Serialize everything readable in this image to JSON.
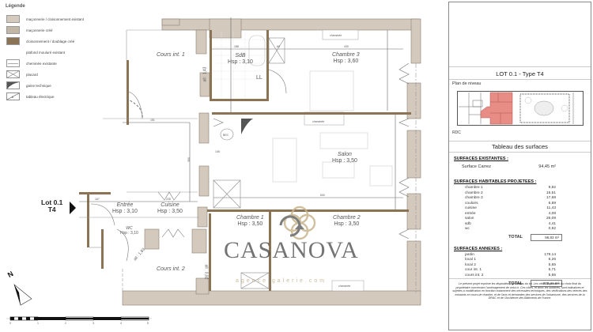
{
  "legend": {
    "title": "Légende",
    "items": [
      {
        "label": "maçonnerie / cloisonnement existant",
        "swatch": "#d3c9bd"
      },
      {
        "label": "maçonnerie créé",
        "swatch": "#c2b6a6"
      },
      {
        "label": "cloisonnement / doublage créé",
        "swatch": "#8b7355"
      },
      {
        "label": "plafond mouluré existant",
        "swatch": "#ffffff"
      },
      {
        "label": "cheminée existante",
        "swatch": "#ffffff"
      },
      {
        "label": "placard",
        "swatch": "#ffffff"
      },
      {
        "label": "gaine technique",
        "swatch": "#ffffff"
      },
      {
        "label": "tableau électrique",
        "swatch": "#ffffff"
      }
    ]
  },
  "plan": {
    "lot_tag": {
      "line1": "Lot 0.1",
      "line2": "T4"
    },
    "rooms": {
      "cours1": {
        "name": "Cours int. 1",
        "hsp": ""
      },
      "sdb": {
        "name": "SdB",
        "hsp": "Hsp : 3,10"
      },
      "chambre3": {
        "name": "Chambre 3",
        "hsp": "Hsp : 3,60"
      },
      "salon": {
        "name": "Salon",
        "hsp": "Hsp : 3,50"
      },
      "entree": {
        "name": "Entrée",
        "hsp": "Hsp : 3,10"
      },
      "cuisine": {
        "name": "Cuisine",
        "hsp": "Hsp : 3,50"
      },
      "wc": {
        "name": "WC",
        "hsp": "Hsp : 3,10"
      },
      "chambre1": {
        "name": "Chambre 1",
        "hsp": "Hsp : 3,50"
      },
      "chambre2": {
        "name": "Chambre 2",
        "hsp": "Hsp : 3,50"
      },
      "cours2": {
        "name": "Cours int. 2",
        "hsp": ""
      }
    },
    "labels": {
      "ll": "LL",
      "bec": "BEC",
      "cheminee": "cheminée",
      "all_143": "all : 1,43",
      "all_183": "all : 1,83",
      "all_092": "all : 0,92"
    },
    "dimensions": {
      "sdb_w": "188",
      "placard_w": "60",
      "chambre3_w": "430",
      "dim_151": "151",
      "dim_167": "167",
      "dim_228": "228",
      "dim_145": "145",
      "salon_w": "600",
      "dim_300": "300"
    },
    "watermark": {
      "brand": "CASANOVA",
      "sub": "agence galerie.com"
    },
    "scale": {
      "ticks": [
        "0",
        "1",
        "2",
        "3",
        "4",
        "5"
      ]
    },
    "north_label": "N"
  },
  "panel": {
    "lot_title": "LOT 0.1 - Type T4",
    "plan_niveau_label": "Plan de niveau",
    "level": "RDC",
    "table_title": "Tableau des surfaces",
    "existantes": {
      "heading": "SURFACES EXISTANTES :",
      "rows": [
        {
          "label": "Surface Carrez",
          "value": "94,45 m²"
        }
      ]
    },
    "habitables": {
      "heading": "SURFACES HABITABLES PROJETEES :",
      "rows": [
        {
          "label": "chambre 1",
          "value": "9,82"
        },
        {
          "label": "chambre 2",
          "value": "15,51"
        },
        {
          "label": "chambre 3",
          "value": "17,68"
        },
        {
          "label": "couloirs",
          "value": "6,89"
        },
        {
          "label": "cuisine",
          "value": "11,43"
        },
        {
          "label": "entrée",
          "value": "4,08"
        },
        {
          "label": "salon",
          "value": "26,09"
        },
        {
          "label": "sdb",
          "value": "4,41"
        },
        {
          "label": "wc",
          "value": "0,92"
        }
      ],
      "total_label": "TOTAL",
      "total_value": "96,83 m²"
    },
    "annexes": {
      "heading": "SURFACES ANNEXES :",
      "rows": [
        {
          "label": "jardin",
          "value": "179,14"
        },
        {
          "label": "local 1",
          "value": "6,26"
        },
        {
          "label": "local 2",
          "value": "5,65"
        },
        {
          "label": "cour int. 1",
          "value": "5,71"
        },
        {
          "label": "cours int. 2",
          "value": "5,65"
        }
      ],
      "total_label": "TOTAL",
      "total_value": "202,41 m²"
    },
    "disclaimer": "Le présent projet exprime les dispositions générales du lot. Les côtes dépendent du choix final du propriétaire concernant l'aménagement de celui-ci. Ces côtes, et donc les surfaces, sont indicatives et sujettes à modification en fonction notamment des nécessités techniques, des vérifications des relevés des existants en cours de chantier, et de l'avis et demandes des services de l'urbanisme, des services de la DRAC et de l'Architecte des Bâtiments de France."
  },
  "colors": {
    "wall_existing": "#d3c9bd",
    "wall_new": "#8b7355",
    "lot_highlight": "#e88c86",
    "logo_gold": "#c8b48c"
  }
}
